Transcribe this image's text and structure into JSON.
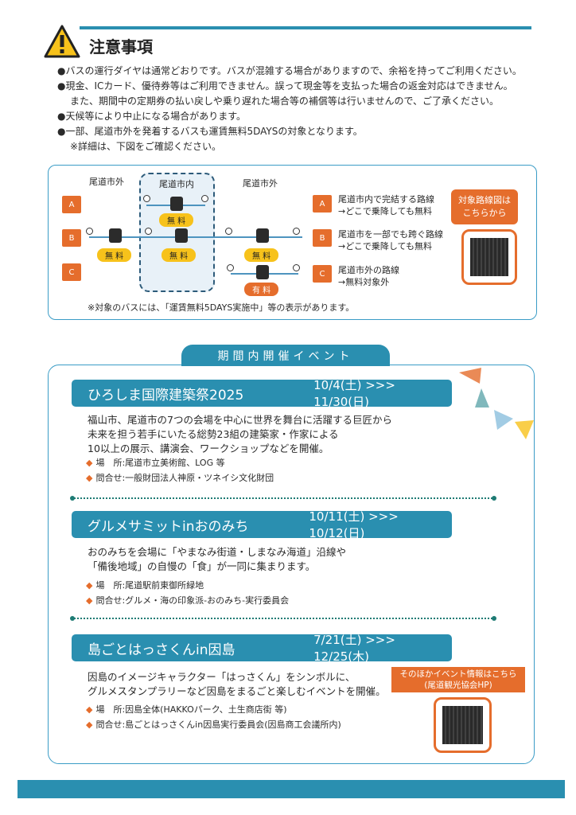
{
  "notice": {
    "title": "注意事項",
    "icon": "warning-icon",
    "items": [
      "●バスの運行ダイヤは通常どおりです。バスが混雑する場合がありますので、余裕を持ってご利用ください。",
      "●現金、ICカード、優待券等はご利用できません。誤って現金等を支払った場合の返金対応はできません。",
      "また、期間中の定期券の払い戻しや乗り遅れた場合等の補償等は行いませんので、ご了承ください。",
      "●天候等により中止になる場合があります。",
      "●一部、尾道市外を発着するバスも運賃無料5DAYSの対象となります。",
      "※詳細は、下図をご確認ください。"
    ]
  },
  "diagram": {
    "zone_left": "尾道市外",
    "zone_center": "尾道市内",
    "zone_right": "尾道市外",
    "free": "無 料",
    "paid": "有 料",
    "routes": [
      {
        "key": "A",
        "line1": "尾道市内で完結する路線",
        "line2": "→どこで乗降しても無料"
      },
      {
        "key": "B",
        "line1": "尾道市を一部でも跨ぐ路線",
        "line2": "→どこで乗降しても無料"
      },
      {
        "key": "C",
        "line1": "尾道市外の路線",
        "line2": "→無料対象外"
      }
    ],
    "map_button": "対象路線図は こちらから",
    "note": "※対象のバスには、「運賃無料5DAYS実施中」等の表示があります。"
  },
  "events_heading": "期間内開催イベント",
  "events": [
    {
      "name": "ひろしま国際建築祭2025",
      "date": "10/4(土) >>> 11/30(日)",
      "body": [
        "福山市、尾道市の7つの会場を中心に世界を舞台に活躍する巨匠から",
        "未来を担う若手にいたる総勢23組の建築家・作家による",
        "10以上の展示、講演会、ワークショップなどを開催。"
      ],
      "place": "場　所:尾道市立美術館、LOG 等",
      "contact": "問合せ:一般財団法人神原・ツネイシ文化財団"
    },
    {
      "name": "グルメサミットinおのみち",
      "date": "10/11(土) >>> 10/12(日)",
      "body": [
        "おのみちを会場に「やまなみ街道・しまなみ海道」沿線や",
        "「備後地域」の自慢の「食」が一同に集まります。"
      ],
      "place": "場　所:尾道駅前東御所緑地",
      "contact": "問合せ:グルメ・海の印象派-おのみち-実行委員会"
    },
    {
      "name": "島ごとはっさくんin因島",
      "date": "7/21(土) >>> 12/25(木)",
      "body": [
        "因島のイメージキャラクター「はっさくん」をシンボルに、",
        "グルメスタンプラリーなど因島をまるごと楽しむイベントを開催。"
      ],
      "place": "場　所:因島全体(HAKKOパーク、土生商店街 等)",
      "contact": "問合せ:島ごとはっさくんin因島実行委員会(因島商工会議所内)"
    }
  ],
  "other_events": {
    "line1": "そのほかイベント情報はこちら",
    "line2": "(尾道観光協会HP)"
  },
  "colors": {
    "teal": "#2a8fb0",
    "orange": "#e56d2c",
    "yellow": "#f7c21b"
  }
}
